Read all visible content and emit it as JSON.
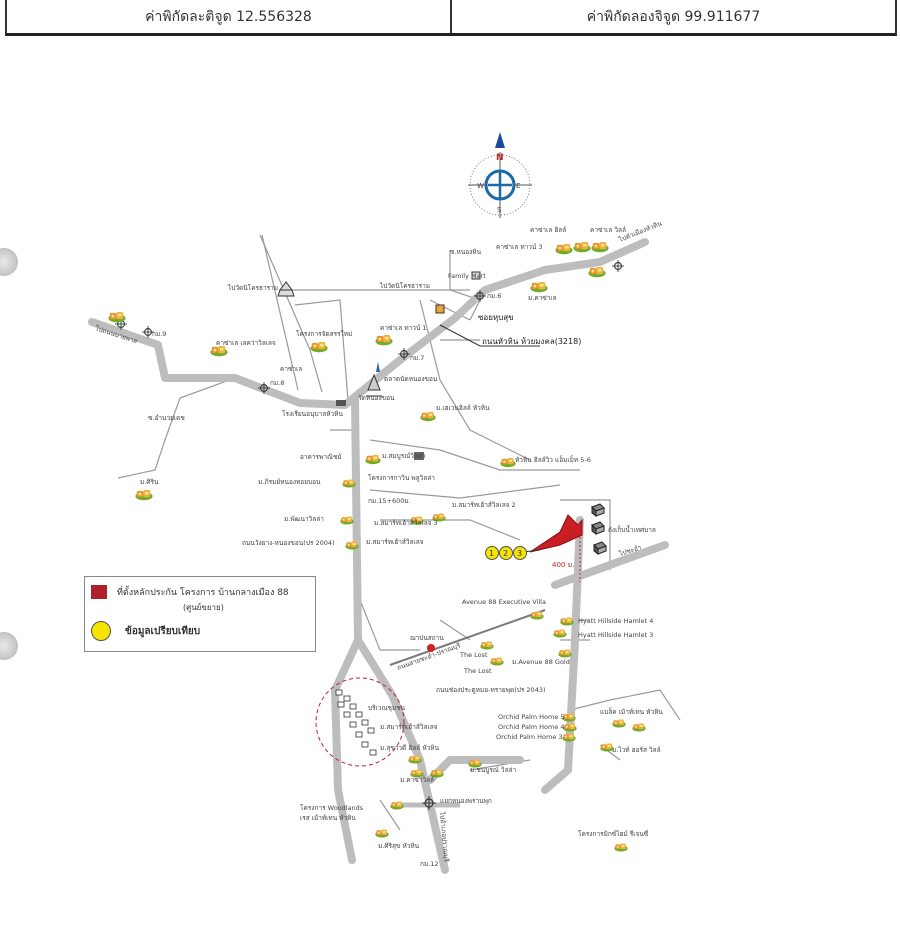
{
  "header": {
    "latitude_label": "ค่าพิกัดละติจูด 12.556328",
    "longitude_label": "ค่าพิกัดลองจิจูด 99.911677"
  },
  "compass": {
    "n": "N",
    "s": "S",
    "e": "E",
    "w": "W"
  },
  "legend": {
    "subject_label": "ที่ตั้งหลักประกัน โครงการ บ้านกลางเมือง 88",
    "subject_sub": "(ศูนย์ขยาย)",
    "subject_color": "#b0202a",
    "comparable_label": "ข้อมูลเปรียบเทียบ",
    "comparable_color": "#f5e400"
  },
  "markers": {
    "c1": "1",
    "c2": "2",
    "c3": "3"
  },
  "distance_label": "400 ม.",
  "labels": {
    "road_3218": "ถนนหัวหิน ห้วยมงคล(3218)",
    "soi_thung": "ซอยหุบสุข",
    "to_hua_hin": "ไปตัวเมืองหัวหิน",
    "to_nong_phlap": "ไปถนนบายพาส",
    "to_wat_1": "ไปวัดนิโครธาราม",
    "to_wat_2": "ไปวัดนิโครธาราม",
    "family_mart": "Family Mart",
    "soi_nong_hin": "ซ.หนองหิน",
    "ks6": "กม.6",
    "ks7": "กม.7",
    "ks8": "กม.8",
    "ks9": "กม.9",
    "laguna_town3": "คาซ่าเล ทาวน์ 3",
    "laguna_hill": "คาซ่าเล ฮิลล์",
    "laguna_ville": "คาซ่าเล วิลล์",
    "m_kasa": "ม.คาซ่าเล",
    "laguna_town1": "คาซ่าเล ทาวน์ 1",
    "new_project": "โครงการจัดสรรใหม่",
    "kasa_lake": "คาซ่าเล เลคว่าวิลเลจ",
    "kasa_le": "คาซ่าเล",
    "market": "ตลาดนัดหนองขอน",
    "wat": "วัดหนองขอน",
    "school": "โรงเรียนอนุบาลหัวหิน",
    "soi_amnuay": "ซ.อำนวยเดช",
    "m_sirin": "ม.ศิริน",
    "m_haven": "ม.เฮเวนฮิลล์ หัวหิน",
    "m_kasa2": "ม.สมบูรณ์วิลล่า",
    "phanit": "อาคารพาณิชย์",
    "m_pirom": "ม.ภิรมย์หนองหอยบอน",
    "project_kanwin": "โครงการกาวิน พลูวิลล่า",
    "km15": "กม.15+600ม.",
    "m_pattana": "ม.พัฒนาวิลล่า",
    "road_pr2004": "ถนนวังยาง-หนองขอน(ปร 2004)",
    "m_smart1": "ม.สมาร์ทเฮ้าส์วิลเลจ",
    "m_smart2": "ม.สมาร์ทเฮ้าส์วิลเลจ 2",
    "m_smart3": "ม.สมาร์ทเฮ้าส์วิลเลจ 3",
    "huahin_hills": "หัวหิน ฮิลล์วิว แอ็มเม็ท 5-6",
    "water_tank": "ถังเก็บน้ำเทศบาล",
    "to_cha_am": "ไปชะอำ",
    "avenue_exec": "Avenue 88 Executive Villa",
    "hamlet4": "Hyatt Hillside Hamlet 4",
    "hamlet3": "Hyatt Hillside Hamlet 3",
    "the_lost1": "The Lost",
    "the_lost2": "The Lost",
    "avenue_gold": "ม.Avenue 88 Gold",
    "road_soi_cha_am": "ถนนสายชะอำ-ปราณบุรี",
    "crematorium": "ฌาปนสถาน",
    "road_pr2043": "ถนนช่องประตูหมอ-ทรายพุด(ปร 2043)",
    "orchid5": "Orchid Palm Home 5",
    "orchid4": "Orchid Palm Home 4",
    "orchid3": "Orchid Palm Home 3",
    "baan_sukrit": "ม.สุขาวดี ฮิลล์ หัวหิน",
    "m_smart4": "ม.สมาร์ทเฮ้าส์วิลเลจ",
    "cemetery": "บริเวณชุมชน",
    "m_kasa3": "ม.คาซ่าวิลล์",
    "m_benjarat": "ม.ชนบูรณ์ วิลล่า",
    "wang_phong": "แยกหนองพรานพุก",
    "to_pranburi": "ไปอำเภอปราณบุรี",
    "woodlands": "โครงการ Woodlands",
    "woodlands2": "เรส เม้าท์เทน หัวหิน",
    "m_sirisuk": "ม.ศิริสุข หัวหิน",
    "km12": "กม.12",
    "mountain": "แบล็ค เม้าท์เทน หัวหิน",
    "m_villa": "ม.ไวท์ ฮอร์ส วิลล์",
    "project_mix": "โครงการมิกซ์ไฮม์ รีเจนซี่"
  }
}
